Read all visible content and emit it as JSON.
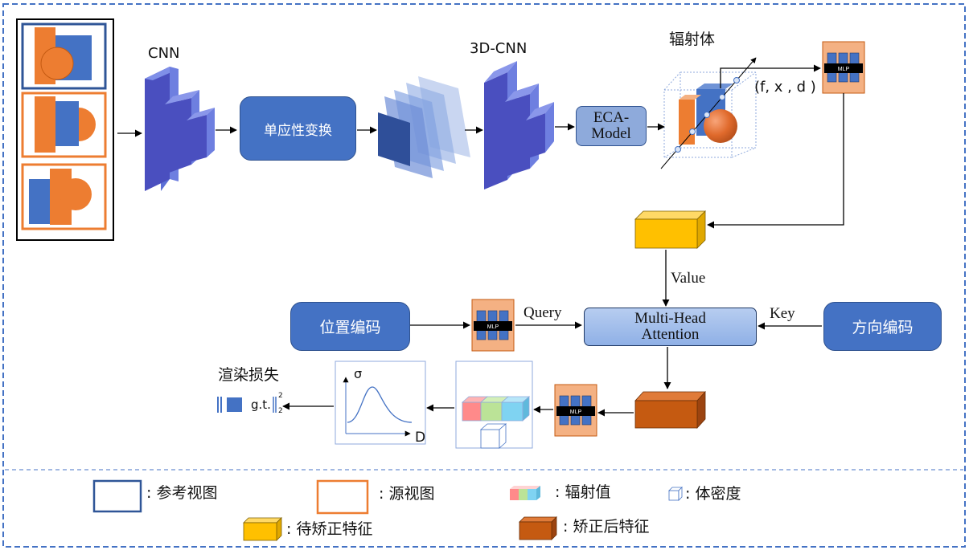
{
  "colors": {
    "frame_border": "#4472c4",
    "reference_view": "#2f5597",
    "source_view": "#ed7d31",
    "pyramid_face": "#4a4fbf",
    "node_fill": "#4472c4",
    "attention_fill": "#a9c3ec",
    "feature_unrectified": "#ffc000",
    "feature_rectified": "#c55a11",
    "mlp_bg": "#f4b183"
  },
  "labels": {
    "cnn": "CNN",
    "homography": "单应性变换",
    "cnn3d": "3D-CNN",
    "eca_line1": "ECA-",
    "eca_line2": "Model",
    "radiance_volume": "辐射体",
    "sample_coords": "(f, x , d )",
    "mlp": "MLP",
    "value": "Value",
    "query": "Query",
    "key": "Key",
    "attention_line1": "Multi-Head",
    "attention_line2": "Attention",
    "position_encoding": "位置编码",
    "direction_encoding": "方向编码",
    "render_loss": "渲染损失",
    "loss_gt": "g.t.",
    "loss_sub": "2",
    "loss_sup": "2",
    "plot_sigma": "σ",
    "plot_d": "D"
  },
  "legend": {
    "reference_view": ": 参考视图",
    "source_view": ": 源视图",
    "radiance_value": ": 辐射值",
    "volume_density": ": 体密度",
    "unrectified_feature": ": 待矫正特征",
    "rectified_feature": ": 矫正后特征"
  }
}
